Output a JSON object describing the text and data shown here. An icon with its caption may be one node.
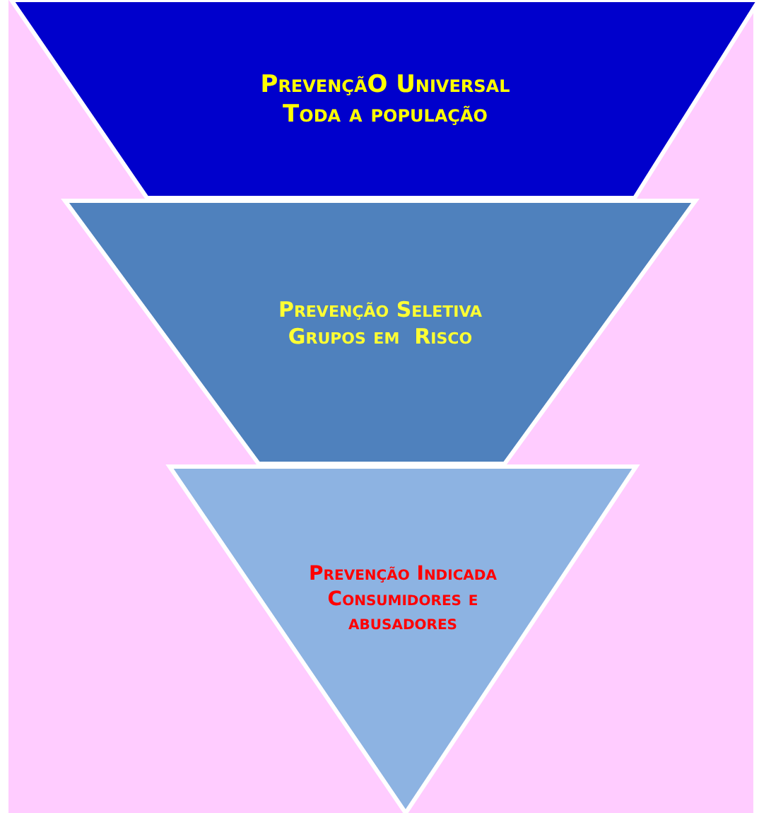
{
  "diagram": {
    "nodes": [
      {
        "text": [
          "PrevençãO Universal",
          "Toda a população"
        ]
      },
      {
        "text": [
          "Prevenção Seletiva",
          "Grupos em  Risco"
        ]
      },
      {
        "text": [
          "Prevenção Indicada",
          "Consumidores e abusadores"
        ]
      }
    ]
  }
}
